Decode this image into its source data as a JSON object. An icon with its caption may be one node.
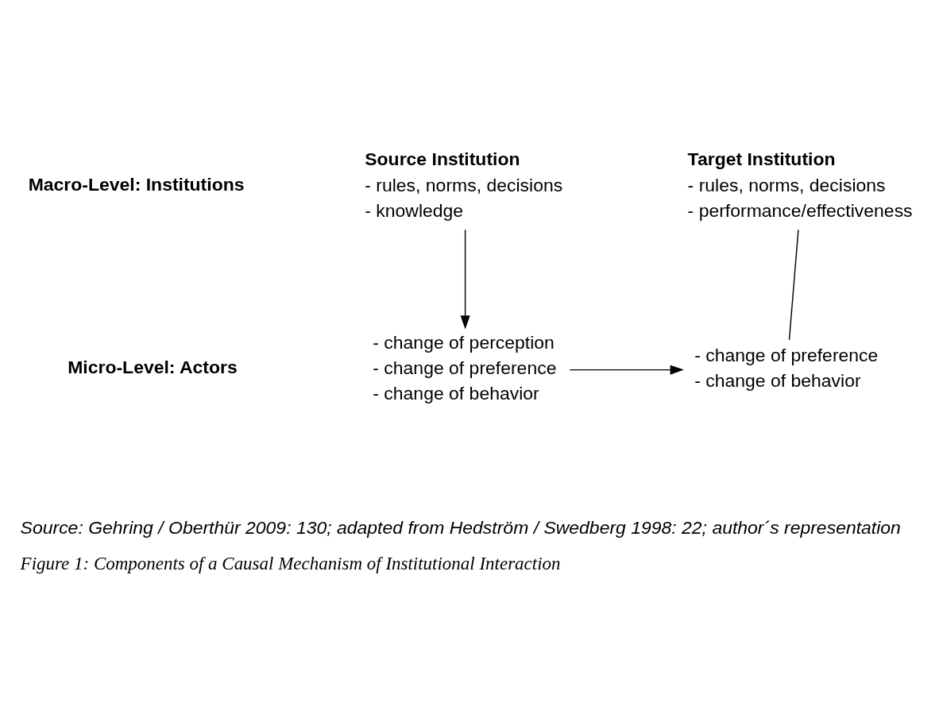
{
  "diagram": {
    "caption": "Figure 1: Components of a Causal Mechanism of Institutional Interaction",
    "nodes": [
      {
        "text": [
          "Source Institution",
          "- rules, norms, decisions",
          "- knowledge"
        ]
      },
      {
        "text": [
          "Target Institution",
          "- rules, norms, decisions",
          "- performance/effectiveness"
        ]
      },
      {
        "text": [
          "- change of perception",
          "- change of preference",
          "- change of behavior"
        ]
      },
      {
        "text": [
          "- change of preference",
          "- change of behavior"
        ]
      }
    ],
    "edges": [
      {
        "from": 0,
        "to": 2,
        "arrow": "to"
      },
      {
        "from": 2,
        "to": 3,
        "arrow": "to"
      },
      {
        "from": 3,
        "to": 1,
        "arrow": "none"
      }
    ],
    "labels": [
      "Macro-Level: Institutions",
      "Micro-Level: Actors",
      "Source: Gehring / Oberthür 2009: 130; adapted from Hedström / Swedberg 1998: 22; author´s representation"
    ]
  }
}
